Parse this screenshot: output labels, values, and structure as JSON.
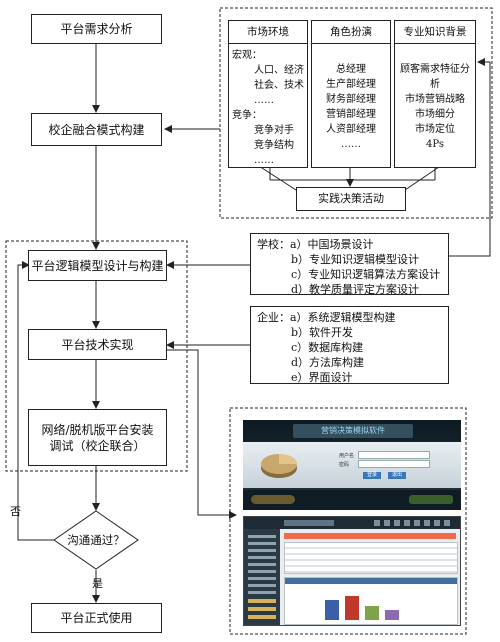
{
  "left_flow": {
    "step1": "平台需求分析",
    "step2": "校企融合模式构建",
    "step3": "平台逻辑模型设计与构建",
    "step4": "平台技术实现",
    "step5": "网络/脱机版平台安装调试（校企联合）",
    "decision": "沟通通过？",
    "final": "平台正式使用",
    "no_label": "否",
    "yes_label": "是"
  },
  "top_panel": {
    "columns": [
      {
        "header": "市场环境",
        "lines": [
          "宏观：",
          "人口、经济",
          "社会、技术",
          "……",
          "竞争：",
          "竞争对手",
          "竞争结构",
          "……"
        ]
      },
      {
        "header": "角色扮演",
        "lines": [
          "总经理",
          "生产部经理",
          "财务部经理",
          "营销部经理",
          "人资部经理",
          "……"
        ]
      },
      {
        "header": "专业知识背景",
        "lines": [
          "顾客需求特征分析",
          "市场营销战略",
          "市场细分",
          "市场定位",
          "4Ps"
        ]
      }
    ],
    "practice_box": "实践决策活动"
  },
  "school_box": {
    "lines": [
      "学校：a）中国场景设计",
      "b）专业知识逻辑模型设计",
      "c）专业知识逻辑算法方案设计",
      "d）教学质量评定方案设计"
    ]
  },
  "enterprise_box": {
    "lines": [
      "企业：a）系统逻辑模型构建",
      "b）软件开发",
      "c）数据库构建",
      "d）方法库构建",
      "e）界面设计"
    ]
  },
  "screenshots": {
    "login_title": "营销决策模拟软件",
    "login_user": "用户名",
    "login_pwd": "密码",
    "login_btn": "登录",
    "login_exit": "退出"
  },
  "colors": {
    "line": "#222222",
    "screen_dark": "#1d2a33",
    "screen_blue": "#2a6fb5"
  }
}
